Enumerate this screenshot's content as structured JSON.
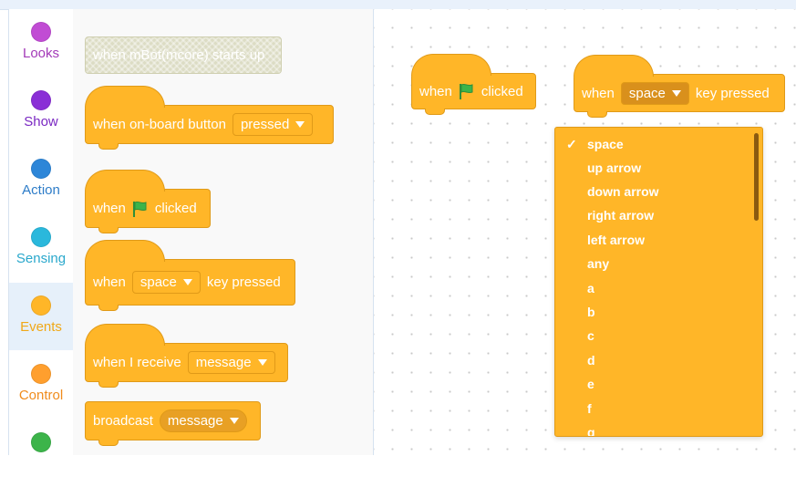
{
  "categories": [
    {
      "label": "Looks",
      "color": "#c14cd4",
      "text_color": "#a33ab8",
      "selected": false
    },
    {
      "label": "Show",
      "color": "#8a2fd6",
      "text_color": "#7a28c2",
      "selected": false
    },
    {
      "label": "Action",
      "color": "#2d86d8",
      "text_color": "#2d7cc8",
      "selected": false
    },
    {
      "label": "Sensing",
      "color": "#2ab8dc",
      "text_color": "#2aa8cc",
      "selected": false
    },
    {
      "label": "Events",
      "color": "#ffb628",
      "text_color": "#f0a818",
      "selected": true
    },
    {
      "label": "Control",
      "color": "#ff9f2e",
      "text_color": "#f08c1c",
      "selected": false
    },
    {
      "label": "",
      "color": "#3cb44a",
      "text_color": "#3cb44a",
      "selected": false
    }
  ],
  "palette": {
    "mbot_start": {
      "text": "when mBot(mcore) starts up"
    },
    "onboard_button": {
      "text": "when on-board button",
      "dropdown": "pressed"
    },
    "flag_clicked": {
      "pre": "when",
      "post": "clicked",
      "flag_icon": "green-flag"
    },
    "key_pressed": {
      "pre": "when",
      "dropdown": "space",
      "post": "key pressed"
    },
    "receive": {
      "pre": "when I receive",
      "dropdown": "message"
    },
    "broadcast": {
      "pre": "broadcast",
      "dropdown": "message"
    }
  },
  "canvas": {
    "flag_block": {
      "pre": "when",
      "post": "clicked"
    },
    "key_block": {
      "pre": "when",
      "dropdown": "space",
      "post": "key pressed"
    }
  },
  "dropdown_menu": {
    "selected_check": "✓",
    "items": [
      "space",
      "up arrow",
      "down arrow",
      "right arrow",
      "left arrow",
      "any",
      "a",
      "b",
      "c",
      "d",
      "e",
      "f",
      "g"
    ],
    "selected_index": 0
  },
  "colors": {
    "events": "#ffb628",
    "events_border": "#e09a18",
    "flag": "#3cb44a"
  }
}
